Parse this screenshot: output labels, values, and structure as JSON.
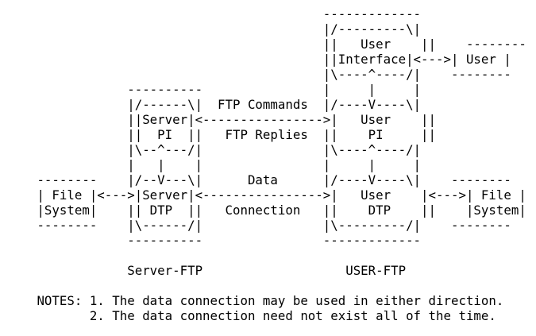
{
  "diagram": {
    "lines": [
      "                                         -------------",
      "                                         |/---------\\|",
      "                                         ||   User    ||    --------",
      "                                         ||Interface|<--->| User |",
      "                                         |\\----^----/|    --------",
      "               ----------                |     |     |",
      "               |/------\\|  FTP Commands  |/----V----\\|",
      "               ||Server|<---------------->|   User    ||",
      "               ||  PI  ||   FTP Replies  ||    PI     ||",
      "               |\\--^---/|                |\\----^----/|",
      "               |   |    |                |     |     |",
      "   --------    |/--V---\\|      Data      |/----V----\\|    --------",
      "   | File |<--->|Server|<---------------->|   User    |<--->| File |",
      "   |System|    || DTP  ||   Connection   ||    DTP    ||    |System|",
      "   --------    |\\------/|                |\\---------/|    --------",
      "               ----------                -------------",
      "",
      "               Server-FTP                   USER-FTP",
      "",
      "   NOTES: 1. The data connection may be used in either direction.",
      "          2. The data connection need not exist all of the time."
    ]
  }
}
